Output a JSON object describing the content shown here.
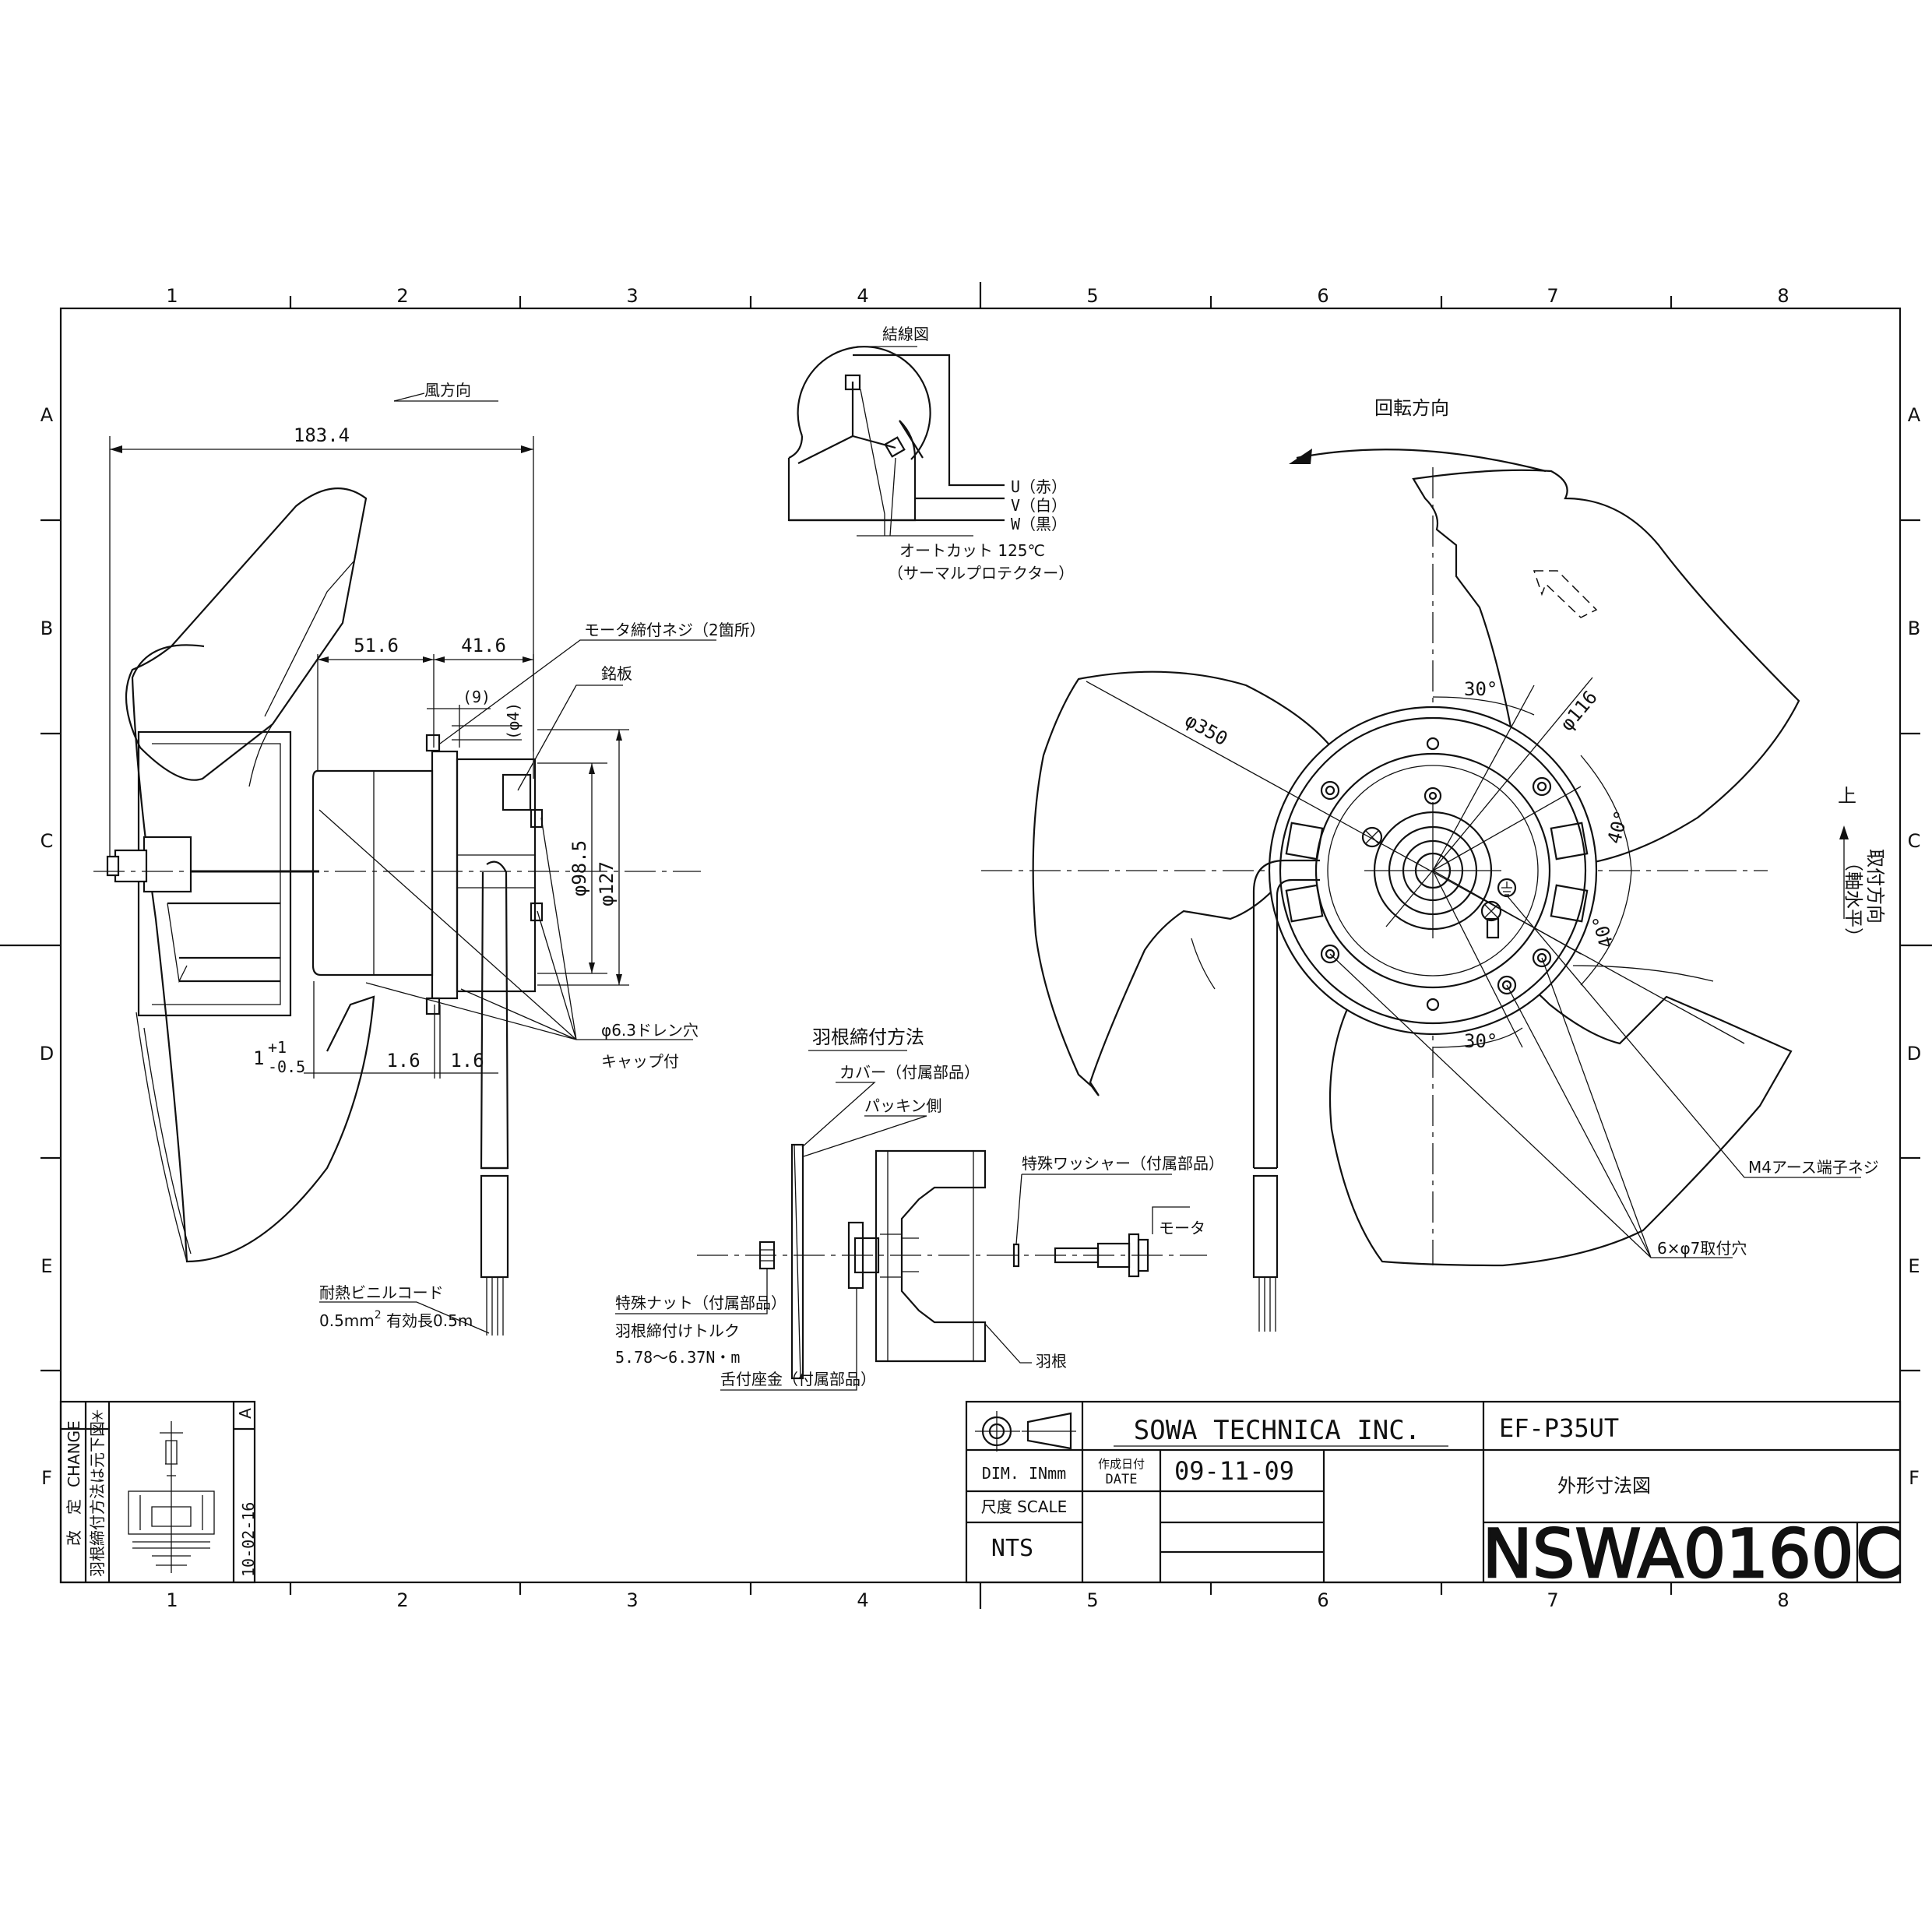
{
  "grid": {
    "cols": [
      "1",
      "2",
      "3",
      "4",
      "5",
      "6",
      "7",
      "8"
    ],
    "rows": [
      "A",
      "B",
      "C",
      "D",
      "E",
      "F"
    ]
  },
  "side_view": {
    "wind_direction": "風方向",
    "dim_overall": "183.4",
    "dim_51_6": "51.6",
    "dim_41_6": "41.6",
    "dim_9": "(9)",
    "dim_phi4": "(φ4)",
    "dim_phi98_5": "φ98.5",
    "dim_phi127": "φ127",
    "dim_1_plus": "1",
    "dim_1_tol_up": "+1",
    "dim_1_tol_dn": "-0.5",
    "dim_1_6_a": "1.6",
    "dim_1_6_b": "1.6",
    "motor_screw": "モータ締付ネジ（2箇所）",
    "nameplate": "銘板",
    "drain_hole": "φ6.3ドレン穴",
    "cap": "キャップ付",
    "cord_line1": "耐熱ビニルコード",
    "cord_line2_pre": "0.5mm",
    "cord_line2_sup": "2",
    "cord_line2_post": " 有効長0.5m"
  },
  "wiring": {
    "title": "結線図",
    "u": "U（赤）",
    "v": "V（白）",
    "w": "W（黒）",
    "autocut": "オートカット 125℃",
    "protector": "（サーマルプロテクター）"
  },
  "assembly": {
    "title": "羽根締付方法",
    "cover": "カバー（付属部品）",
    "packing": "パッキン側",
    "washer": "特殊ワッシャー（付属部品）",
    "motor": "モータ",
    "nut": "特殊ナット（付属部品）",
    "torque_label": "羽根締付けトルク",
    "torque_value": "5.78～6.37N・m",
    "tongue_washer": "舌付座金（付属部品）",
    "blade": "羽根"
  },
  "front_view": {
    "rotation": "回転方向",
    "phi350": "φ350",
    "phi116": "φ116",
    "ang30_top": "30°",
    "ang30_bot": "30°",
    "ang40_a": "40°",
    "ang40_b": "40°",
    "earth_screw": "M4アース端子ネジ",
    "mount_holes": "6×φ7取付穴",
    "up": "上",
    "install_dir_1": "取付方向",
    "install_dir_2": "（軸水平）"
  },
  "title_block": {
    "company": "SOWA TECHNICA INC.",
    "model": "EF-P35UT",
    "dim_unit": "DIM. INmm",
    "date_label_jp": "作成日付",
    "date_label_en": "DATE",
    "date": "09-11-09",
    "scale_label": "尺度 SCALE",
    "scale": "NTS",
    "drawing_title": "外形寸法図",
    "drawing_number": "NSWA0160",
    "revision": "C"
  },
  "revision_block": {
    "mark": "A",
    "star": "＊",
    "label_jp": "改　定",
    "label_en": "CHANGE",
    "note": "羽根締付方法は元下図",
    "date": "10-02-16"
  }
}
